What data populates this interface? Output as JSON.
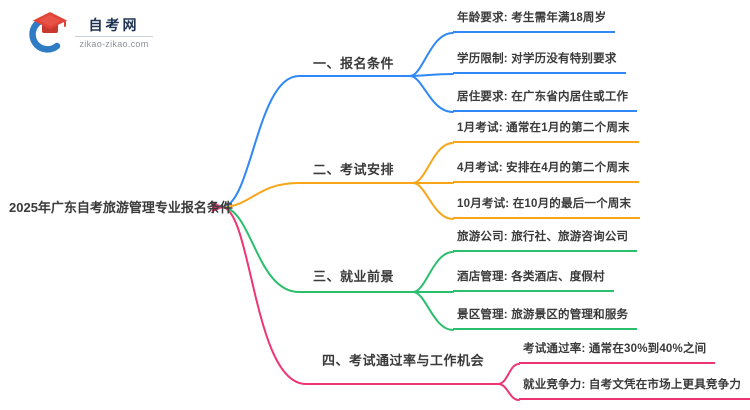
{
  "logo": {
    "site_name": "自考网",
    "site_url": "zikao-zikao.com",
    "icon": "graduation-cap-in-blue-crescent",
    "colors": {
      "crescent_blue": "#2f7cc4",
      "cap_red": "#e2443a",
      "name_navy": "#1d3150",
      "url_gray": "#8d9299"
    }
  },
  "mindmap": {
    "central_topic": "2025年广东自考旅游管理专业报名条件",
    "branches": [
      {
        "label": "一、报名条件",
        "color": "#2f88f5",
        "children": [
          "年龄要求: 考生需年满18周岁",
          "学历限制: 对学历没有特别要求",
          "居住要求: 在广东省内居住或工作"
        ]
      },
      {
        "label": "二、考试安排",
        "color": "#f9a51a",
        "children": [
          "1月考试: 通常在1月的第二个周末",
          "4月考试: 安排在4月的第二个周末",
          "10月考试: 在10月的最后一个周末"
        ]
      },
      {
        "label": "三、就业前景",
        "color": "#2abf6c",
        "children": [
          "旅游公司: 旅行社、旅游咨询公司",
          "酒店管理: 各类酒店、度假村",
          "景区管理: 旅游景区的管理和服务"
        ]
      },
      {
        "label": "四、考试通过率与工作机会",
        "color": "#ef3473",
        "children": [
          "考试通过率: 通常在30%到40%之间",
          "就业竞争力: 自考文凭在市场上更具竞争力"
        ]
      }
    ]
  }
}
